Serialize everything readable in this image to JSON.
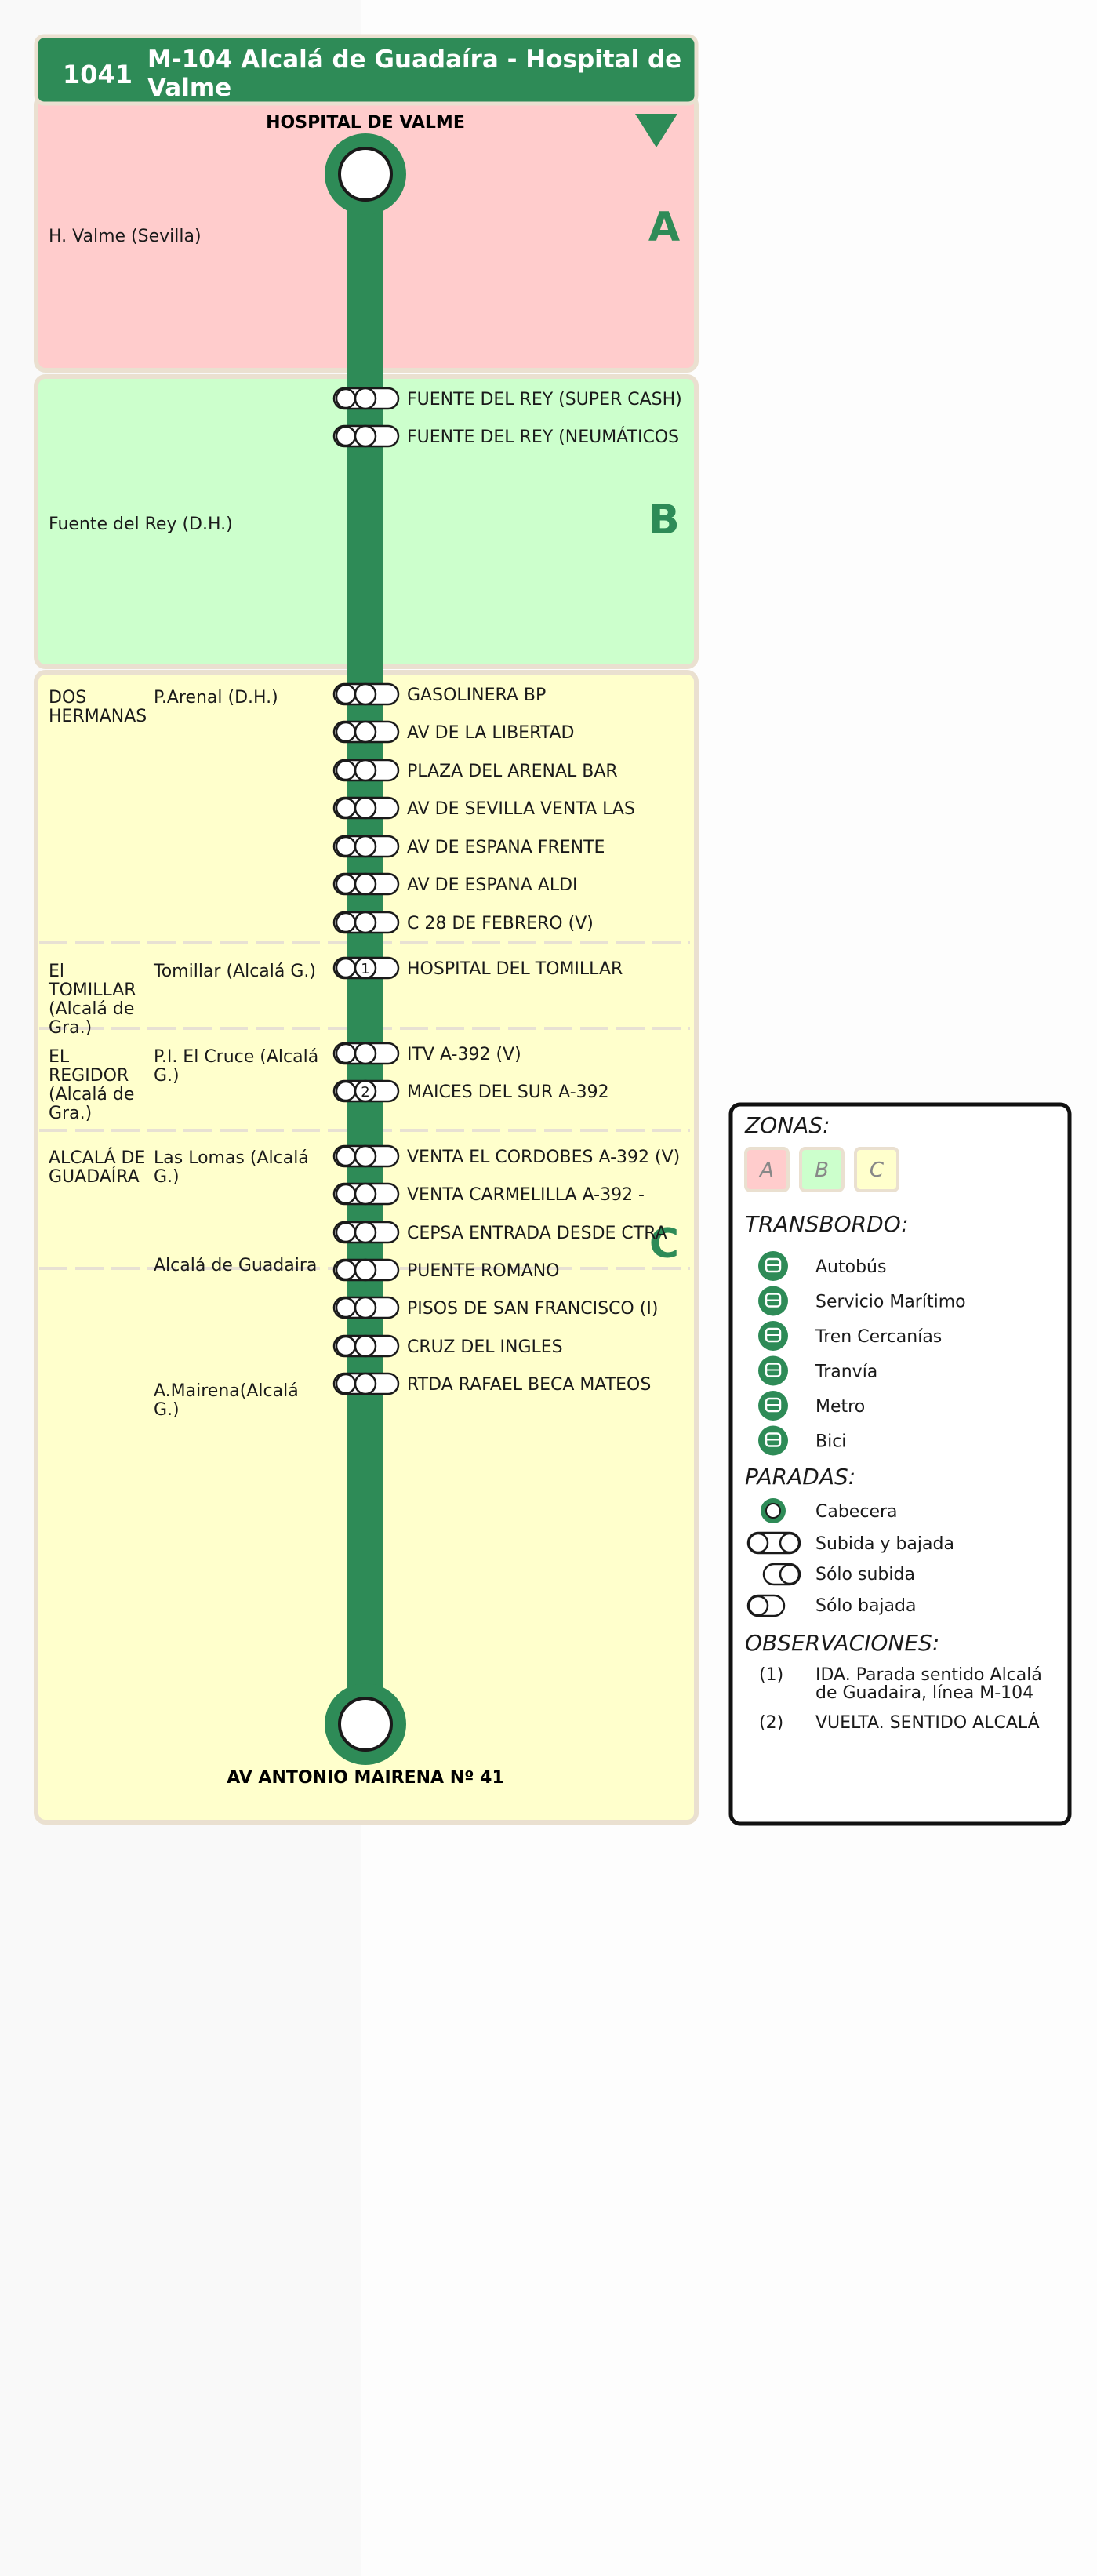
{
  "header": {
    "code": "1041",
    "title": "M-104  Alcalá de Guadaíra - Hospital de Valme"
  },
  "terminals": {
    "start": "HOSPITAL DE VALME",
    "end": "AV ANTONIO MAIRENA Nº 41"
  },
  "zones": [
    {
      "letter": "A",
      "fill": "#ffcccc"
    },
    {
      "letter": "B",
      "fill": "#ccffcc"
    },
    {
      "letter": "C",
      "fill": "#ffffcc"
    }
  ],
  "areas": [
    {
      "municipality": "",
      "locality": "H. Valme (Sevilla)"
    },
    {
      "municipality": "",
      "locality": "Fuente del Rey (D.H.)"
    },
    {
      "municipality": "DOS HERMANAS",
      "locality": "P.Arenal (D.H.)"
    },
    {
      "municipality": "El TOMILLAR (Alcalá de Gra.)",
      "locality": "Tomillar (Alcalá G.)"
    },
    {
      "municipality": "EL REGIDOR (Alcalá de Gra.)",
      "locality": "P.I. El Cruce (Alcalá G.)"
    },
    {
      "municipality": "ALCALÁ DE GUADAÍRA",
      "locality": "Las Lomas (Alcalá G.)"
    },
    {
      "municipality": "",
      "locality": "Alcalá de Guadaira"
    },
    {
      "municipality": "",
      "locality": "A.Mairena(Alcalá G.)"
    }
  ],
  "stops": [
    {
      "name": "FUENTE DEL REY (SUPER CASH)",
      "note": ""
    },
    {
      "name": "FUENTE DEL REY (NEUMÁTICOS",
      "note": ""
    },
    {
      "name": "GASOLINERA BP",
      "note": ""
    },
    {
      "name": "AV DE LA LIBERTAD",
      "note": ""
    },
    {
      "name": "PLAZA DEL ARENAL BAR",
      "note": ""
    },
    {
      "name": "AV DE SEVILLA VENTA LAS",
      "note": ""
    },
    {
      "name": "AV DE ESPANA FRENTE",
      "note": ""
    },
    {
      "name": "AV DE ESPANA ALDI",
      "note": ""
    },
    {
      "name": "C 28 DE FEBRERO (V)",
      "note": ""
    },
    {
      "name": "HOSPITAL DEL TOMILLAR",
      "note": "1"
    },
    {
      "name": "ITV A-392 (V)",
      "note": ""
    },
    {
      "name": "MAICES DEL SUR A-392",
      "note": "2"
    },
    {
      "name": "VENTA EL CORDOBES A-392 (V)",
      "note": ""
    },
    {
      "name": "VENTA CARMELILLA A-392 -",
      "note": ""
    },
    {
      "name": "CEPSA ENTRADA DESDE CTRA",
      "note": ""
    },
    {
      "name": "PUENTE ROMANO",
      "note": ""
    },
    {
      "name": "PISOS DE SAN FRANCISCO (I)",
      "note": ""
    },
    {
      "name": "CRUZ DEL INGLES",
      "note": ""
    },
    {
      "name": "RTDA RAFAEL BECA MATEOS",
      "note": ""
    }
  ],
  "legend": {
    "zones_title": "ZONAS:",
    "zone_letters": [
      "A",
      "B",
      "C"
    ],
    "transfer_title": "TRANSBORDO:",
    "transfers": [
      {
        "label": "Autobús",
        "icon": "bus-icon"
      },
      {
        "label": "Servicio Marítimo",
        "icon": "ferry-icon"
      },
      {
        "label": "Tren Cercanías",
        "icon": "train-icon"
      },
      {
        "label": "Tranvía",
        "icon": "tram-icon"
      },
      {
        "label": "Metro",
        "icon": "metro-icon"
      },
      {
        "label": "Bici",
        "icon": "bike-icon"
      }
    ],
    "stops_title": "PARADAS:",
    "stop_types": [
      "Cabecera",
      "Subida y bajada",
      "Sólo subida",
      "Sólo bajada"
    ],
    "obs_title": "OBSERVACIONES:",
    "observations": [
      {
        "mark": "(1)",
        "text": "IDA. Parada sentido Alcalá de Guadaira, línea M-104"
      },
      {
        "mark": "(2)",
        "text": "VUELTA. SENTIDO ALCALÁ"
      }
    ]
  },
  "colors": {
    "line": "#2e8b57",
    "zone_border": "#eae0d0",
    "text": "#1a1a1a"
  }
}
